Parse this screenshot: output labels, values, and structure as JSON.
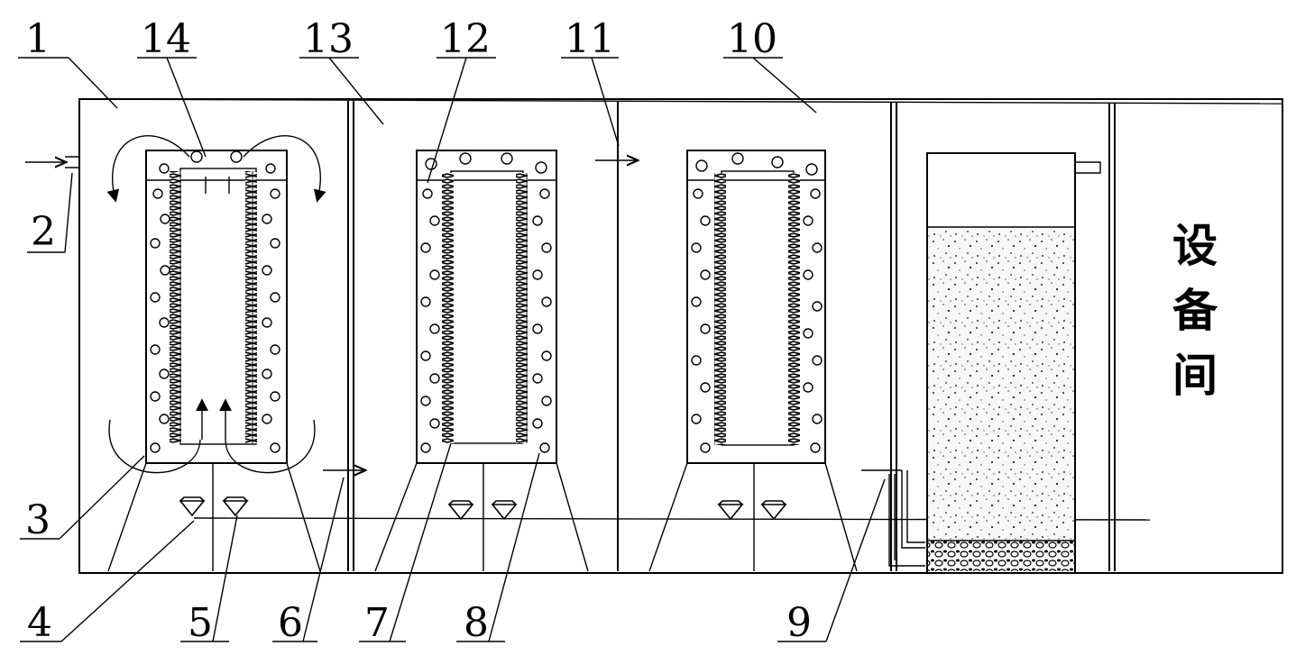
{
  "labels": {
    "n1": "1",
    "n2": "2",
    "n3": "3",
    "n4": "4",
    "n5": "5",
    "n6": "6",
    "n7": "7",
    "n8": "8",
    "n9": "9",
    "n10": "10",
    "n11": "11",
    "n12": "12",
    "n13": "13",
    "n14": "14"
  },
  "equipment_room": {
    "line1": "设",
    "line2": "备",
    "line3": "间"
  }
}
